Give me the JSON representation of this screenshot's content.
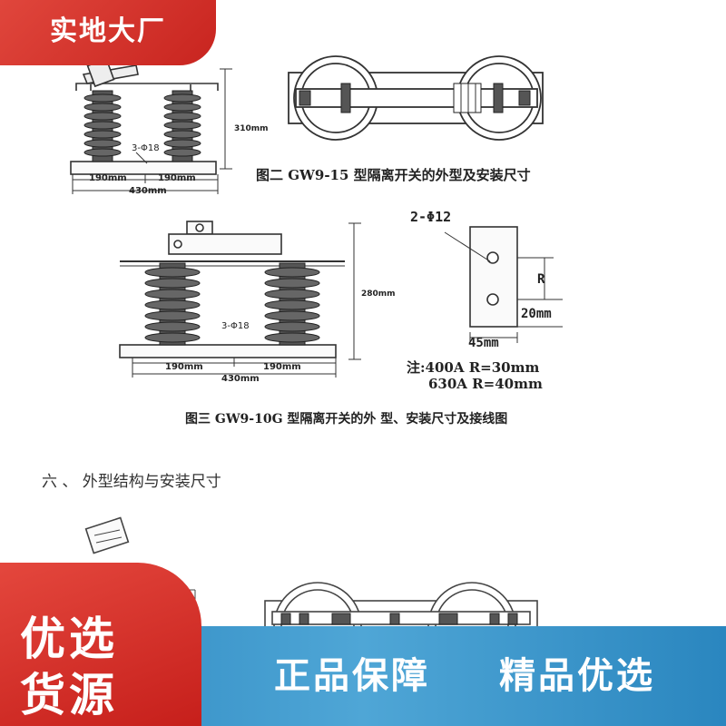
{
  "banner_top": {
    "label": "实地大厂"
  },
  "fig2": {
    "caption": "图二  GW9-15 型隔离开关的外型及安装尺寸",
    "dim_height": "310mm",
    "dim_holes": "3-Φ18",
    "dim_left": "190mm",
    "dim_right": "190mm",
    "dim_total": "430mm"
  },
  "fig3": {
    "caption": "图三  GW9-10G 型隔离开关的外 型、安装尺寸及接线图",
    "dim_height": "280mm",
    "dim_holes": "3-Φ18",
    "dim_left": "190mm",
    "dim_right": "190mm",
    "dim_total": "430mm",
    "terminal_holes": "2-Φ12",
    "terminal_r": "R",
    "terminal_20": "20mm",
    "terminal_45": "45mm",
    "note_line1": "注:400A  R=30mm",
    "note_line2": "630A  R=40mm"
  },
  "section": {
    "heading": "六 、 外型结构与安装尺寸"
  },
  "banner_bottom": {
    "left_line1": "优选",
    "left_line2": "货源",
    "slogan1": "正品保障",
    "slogan2": "精品优选"
  }
}
